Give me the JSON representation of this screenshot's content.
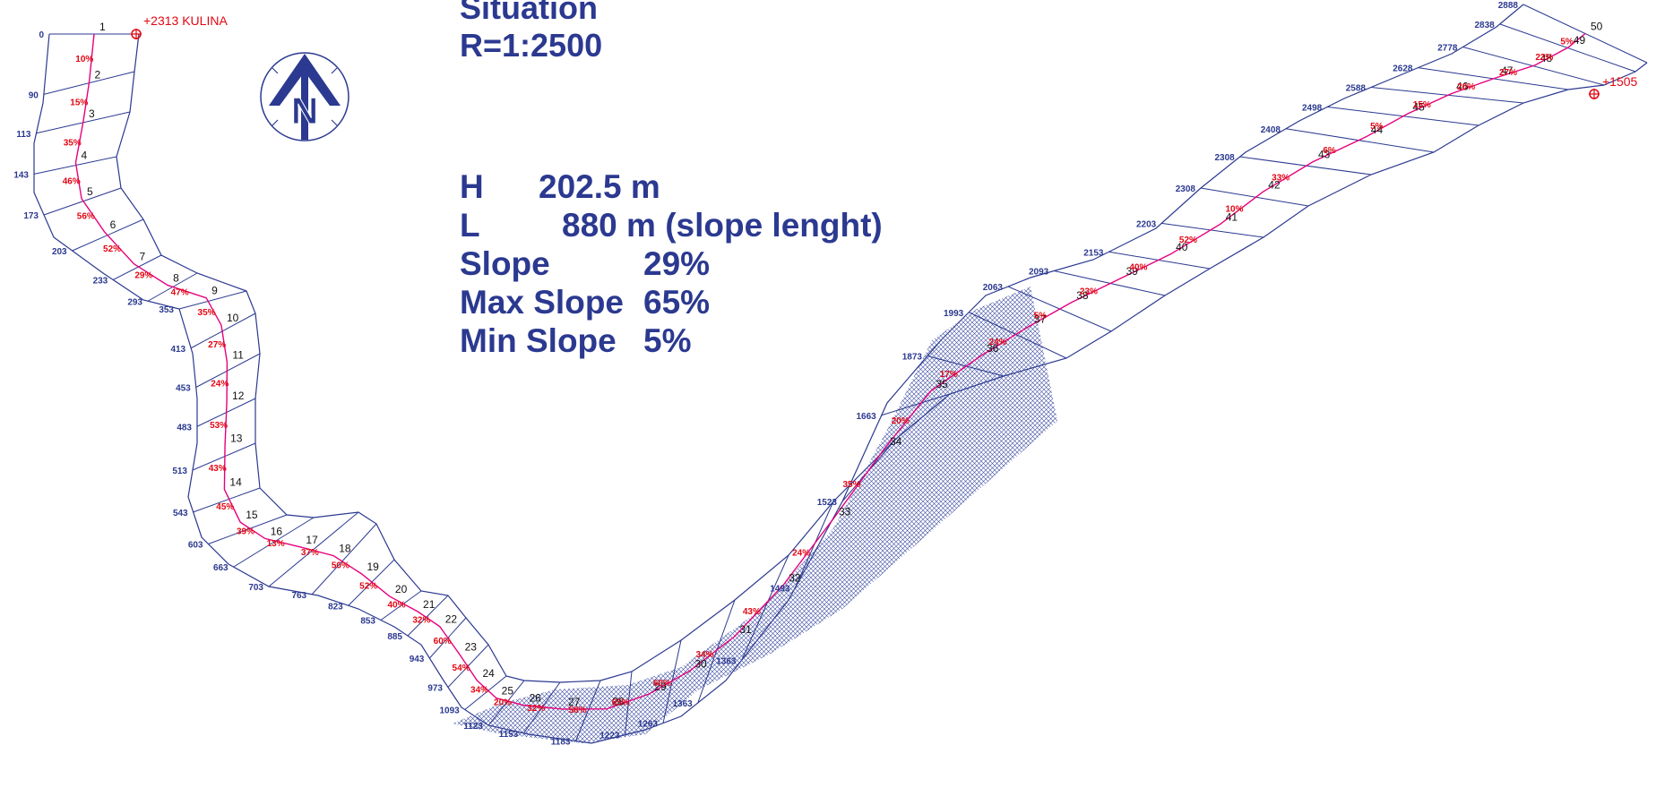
{
  "title": {
    "line1": "Situation",
    "line2": "R=1:2500"
  },
  "stats": [
    {
      "label": "H",
      "value": "202.5 m"
    },
    {
      "label": "L",
      "value": "880 m (slope lenght)"
    },
    {
      "label": "Slope",
      "value": "29%"
    },
    {
      "label": "Max Slope",
      "value": "65%"
    },
    {
      "label": "Min Slope",
      "value": "5%"
    }
  ],
  "endpoints": {
    "start": "+2313 KULINA",
    "end": "+1505"
  },
  "compass": {
    "letter": "N",
    "icon": "north-arrow-icon"
  },
  "colors": {
    "outline": "#2b3990",
    "route": "#e6007e",
    "percent": "#e30613",
    "hatch": "#3a4aa0"
  },
  "stations": [
    "0",
    "90",
    "113",
    "143",
    "173",
    "203",
    "233",
    "293",
    "353",
    "413",
    "453",
    "483",
    "513",
    "543",
    "603",
    "663",
    "703",
    "763",
    "823",
    "853",
    "885",
    "943",
    "973",
    "1093",
    "1123",
    "1153",
    "1183",
    "1223",
    "1263",
    "1363",
    "1363",
    "1493",
    "1523",
    "1663",
    "1873",
    "1993",
    "2063",
    "2093",
    "2153",
    "2203",
    "2308",
    "2308",
    "2408",
    "2498",
    "2588",
    "2628",
    "2778",
    "2838",
    "2888"
  ],
  "points": [
    "1",
    "2",
    "3",
    "4",
    "5",
    "6",
    "7",
    "8",
    "9",
    "10",
    "11",
    "12",
    "13",
    "14",
    "15",
    "16",
    "17",
    "18",
    "19",
    "20",
    "21",
    "22",
    "23",
    "24",
    "25",
    "26",
    "27",
    "28",
    "29",
    "30",
    "31",
    "32",
    "33",
    "34",
    "35",
    "36",
    "37",
    "38",
    "39",
    "40",
    "41",
    "42",
    "43",
    "44",
    "45",
    "46",
    "47",
    "48",
    "49",
    "50"
  ],
  "slopes": [
    "10%",
    "15%",
    "35%",
    "46%",
    "56%",
    "52%",
    "29%",
    "47%",
    "35%",
    "27%",
    "24%",
    "53%",
    "43%",
    "45%",
    "39%",
    "13%",
    "37%",
    "50%",
    "52%",
    "40%",
    "32%",
    "60%",
    "54%",
    "34%",
    "20%",
    "32%",
    "56%",
    "65%",
    "60%",
    "34%",
    "43%",
    "24%",
    "35%",
    "20%",
    "17%",
    "24%",
    "5%",
    "23%",
    "40%",
    "52%",
    "10%",
    "33%",
    "6%",
    "5%",
    "15%",
    "20%",
    "27%",
    "23%",
    "5%"
  ]
}
